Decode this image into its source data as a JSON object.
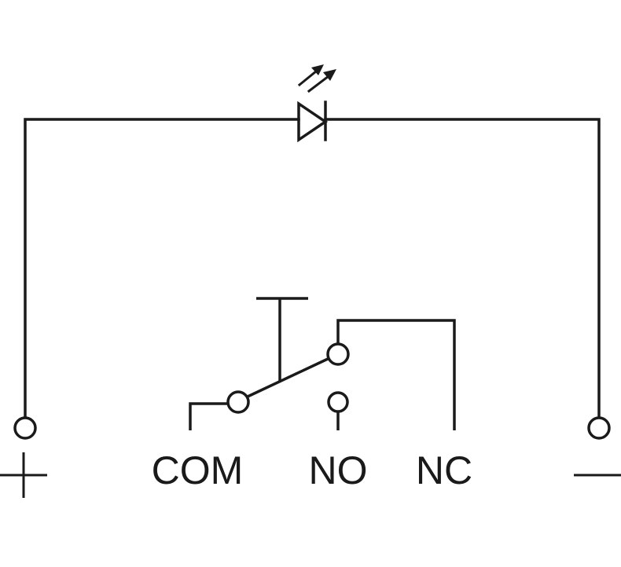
{
  "labels": {
    "com": "COM",
    "no": "NO",
    "nc": "NC"
  },
  "colors": {
    "line": "#1a1a1a",
    "background": "#ffffff"
  },
  "icons": {
    "led": "led-icon",
    "plus": "plus-sign",
    "minus": "minus-sign"
  }
}
